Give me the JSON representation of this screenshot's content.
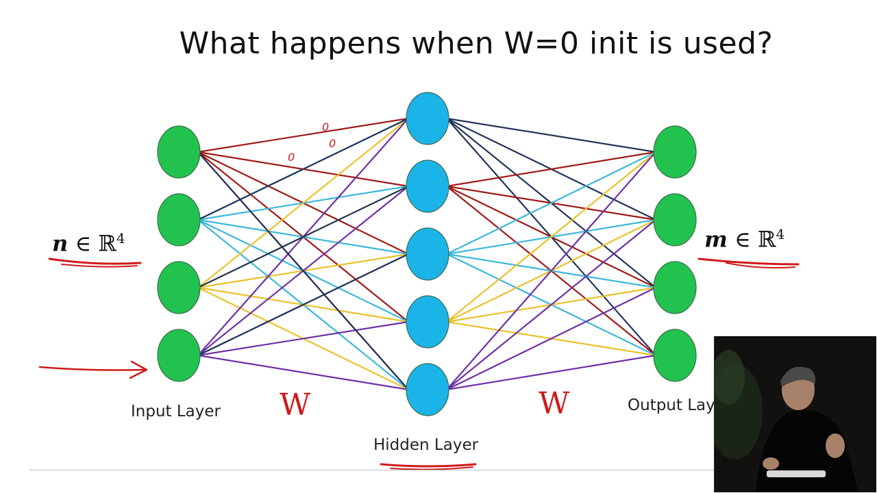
{
  "slide": {
    "title": "What happens when W=0 init is used?",
    "input_label": "Input Layer",
    "hidden_label": "Hidden Layer",
    "output_label": "Output Lay",
    "input_space": {
      "symbol": "n",
      "rel": "∈",
      "field": "ℝ",
      "exp": "4"
    },
    "output_space": {
      "symbol": "m",
      "rel": "∈",
      "field": "ℝ",
      "exp": "4"
    }
  },
  "annotations": {
    "weight_left": "W",
    "weight_right": "W",
    "zero_marks": [
      "0",
      "0",
      "0"
    ]
  },
  "network": {
    "input_nodes": 4,
    "hidden_nodes": 5,
    "output_nodes": 4,
    "edge_colors": [
      "#a01818",
      "#3bb8dc",
      "#eac12a",
      "#6e2fa6",
      "#1f3458"
    ],
    "input_node_color": "#22c24f",
    "hidden_node_color": "#1bb4e8",
    "output_node_color": "#22c24f",
    "annotation_color": "#d01818"
  }
}
